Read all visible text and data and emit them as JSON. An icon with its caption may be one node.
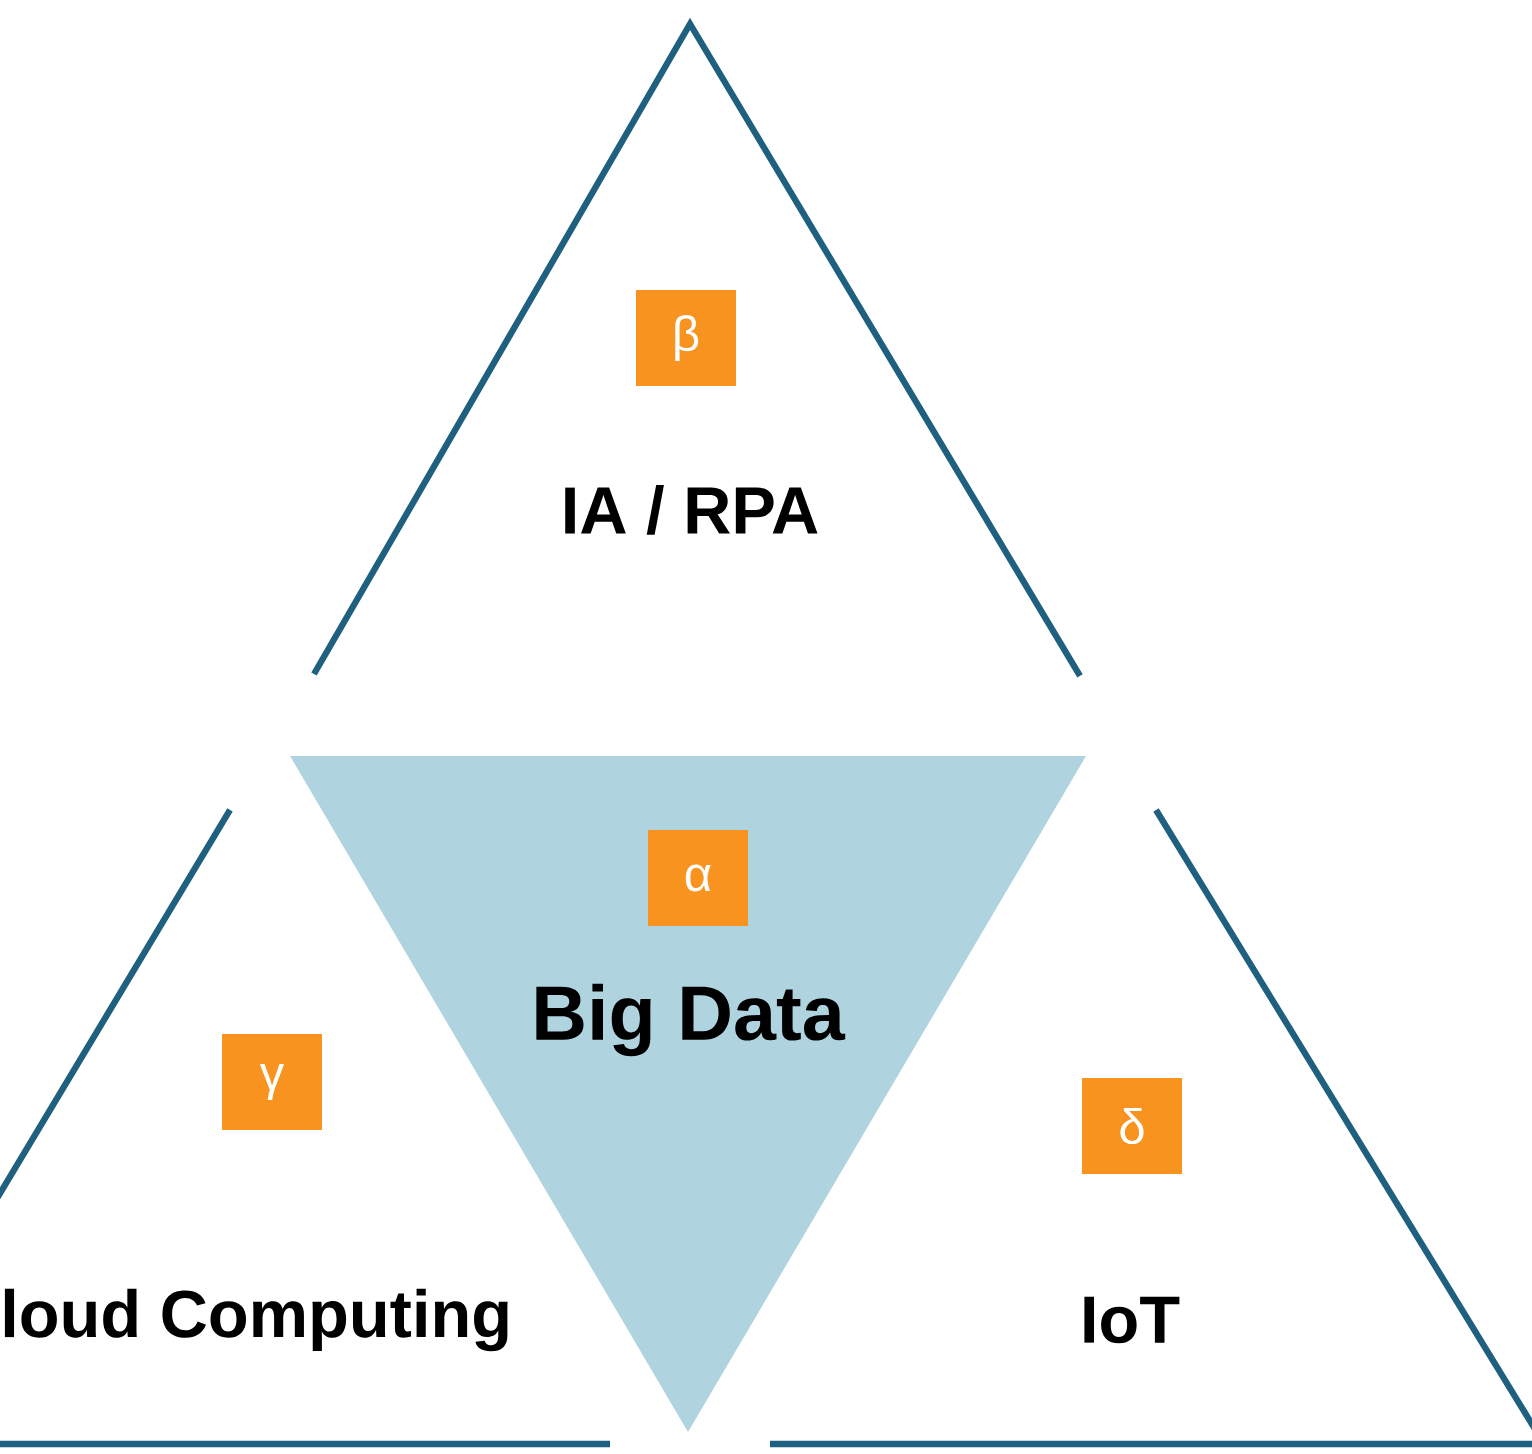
{
  "diagram": {
    "nodes": [
      {
        "text": [
          "IA / RPA"
        ]
      },
      {
        "text": [
          "β"
        ],
        "in": 0
      },
      {
        "text": [
          "Big Data"
        ]
      },
      {
        "text": [
          "α"
        ],
        "in": 2
      },
      {
        "text": [
          "loud Computing"
        ]
      },
      {
        "text": [
          "γ"
        ],
        "in": 4
      },
      {
        "text": [
          "IoT"
        ]
      },
      {
        "text": [
          "δ"
        ],
        "in": 6
      }
    ]
  }
}
